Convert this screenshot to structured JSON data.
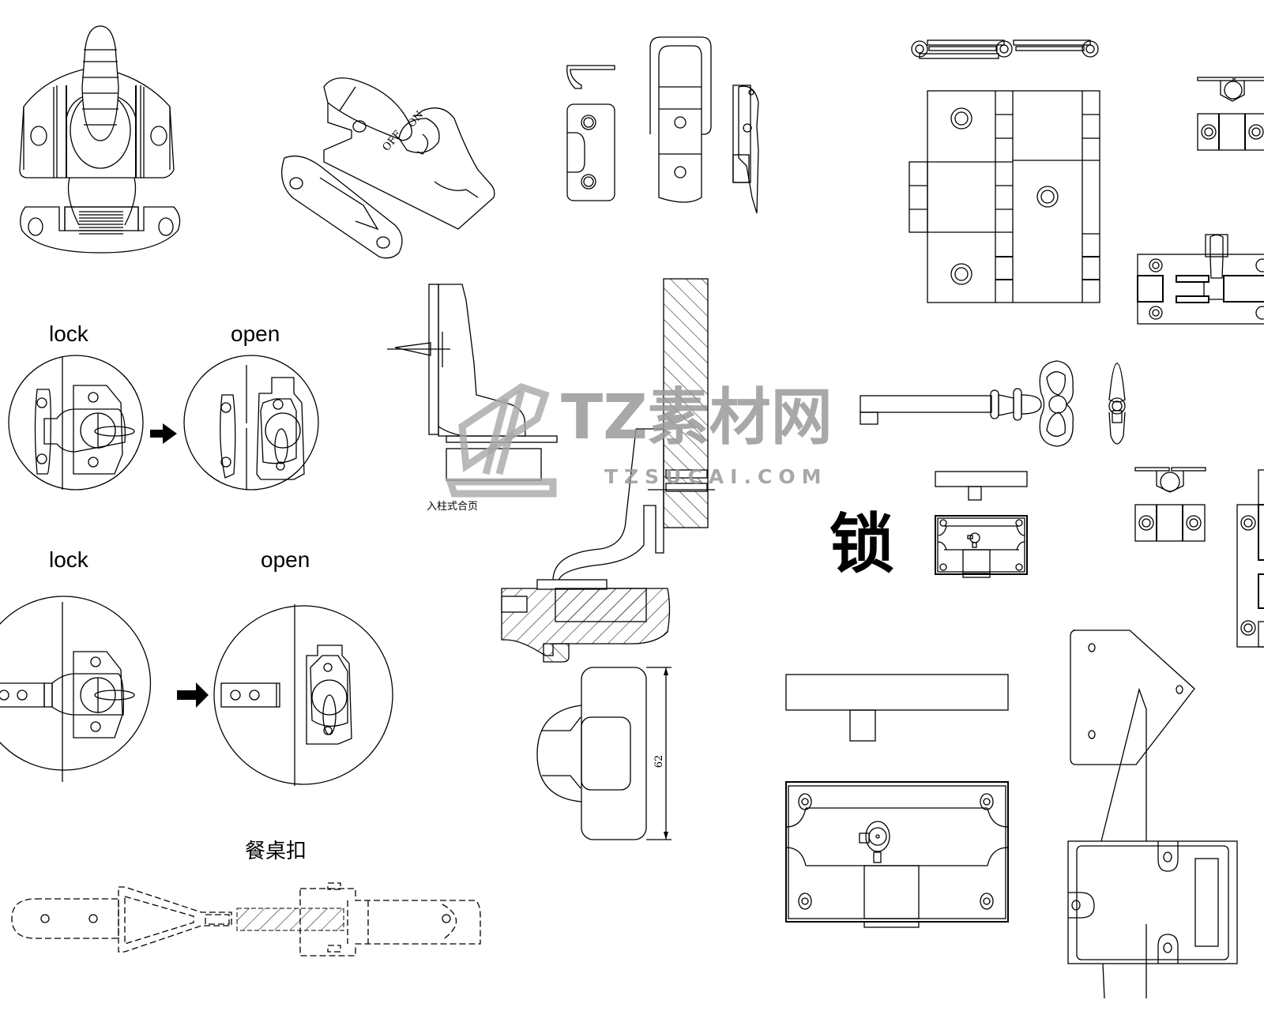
{
  "sheet": {
    "title": "Lock hardware CAD drawings"
  },
  "labels": {
    "lock_1": "lock",
    "open_1": "open",
    "lock_2": "lock",
    "open_2": "open",
    "sash_lock_off": "OFF",
    "sash_lock_on": "ON",
    "concealed_hinge_caption": "入柱式合页",
    "dimension_62": "62",
    "suo_title": "锁",
    "table_clasp_title": "餐桌扣"
  },
  "watermark": {
    "brand": "TZ素材网",
    "domain": "TZSUCAI.COM"
  },
  "icons": {
    "arrow_1": "right-arrow",
    "arrow_2": "right-arrow"
  }
}
